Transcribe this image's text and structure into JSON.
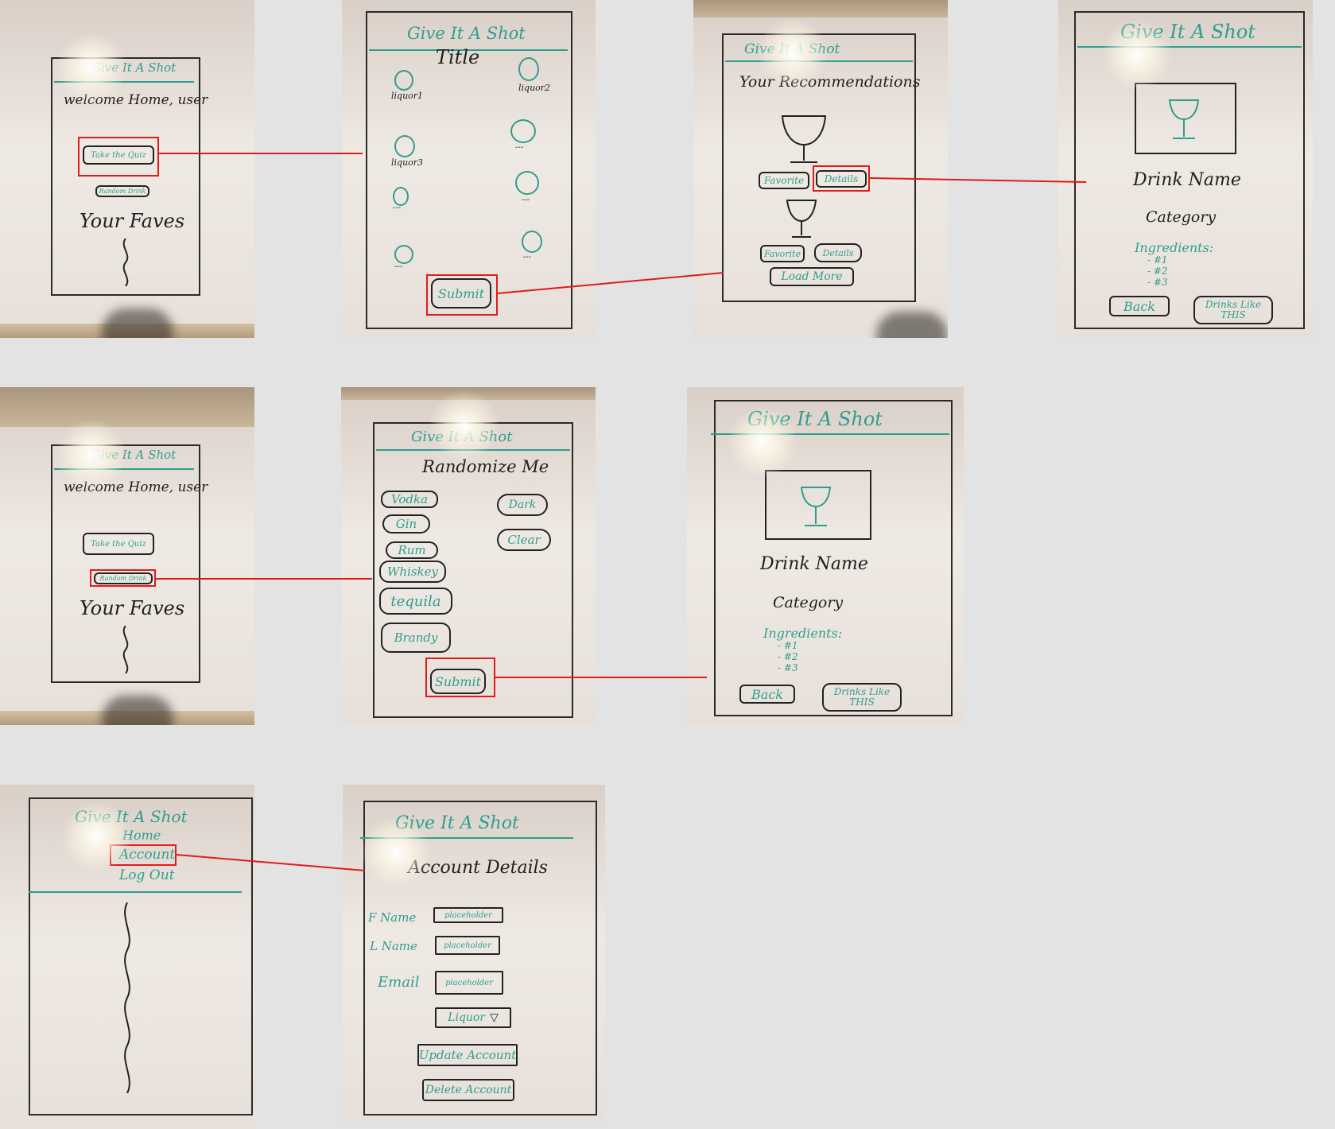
{
  "app_title": "Give It A Shot",
  "home": {
    "welcome": "welcome Home, user",
    "take_quiz": "Take the Quiz",
    "random_drink": "Random Drink",
    "your_faves": "Your Faves"
  },
  "quiz": {
    "title": "Title",
    "options": [
      "liquor1",
      "liquor2",
      "liquor3",
      "---",
      "---",
      "---",
      "---",
      "---"
    ],
    "submit": "Submit"
  },
  "recommendations": {
    "title": "Your Recommendations",
    "favorite": "Favorite",
    "details": "Details",
    "load_more": "Load More"
  },
  "drink_details": {
    "name": "Drink Name",
    "category": "Category",
    "ingredients_label": "Ingredients:",
    "ingredients": [
      "- #1",
      "- #2",
      "- #3"
    ],
    "back": "Back",
    "drinks_like_this": "Drinks Like THIS"
  },
  "randomize": {
    "title": "Randomize Me",
    "liquors": [
      "Vodka",
      "Gin",
      "Rum",
      "Whiskey",
      "tequila",
      "Brandy"
    ],
    "tones": [
      "Dark",
      "Clear"
    ],
    "submit": "Submit"
  },
  "menu": {
    "items": [
      "Home",
      "Account",
      "Log Out"
    ]
  },
  "account": {
    "title": "Account Details",
    "fields": [
      {
        "label": "F Name",
        "placeholder": "placeholder"
      },
      {
        "label": "L Name",
        "placeholder": "placeholder"
      },
      {
        "label": "Email",
        "placeholder": "placeholder"
      }
    ],
    "liquor_select": "Liquor",
    "update": "Update Account",
    "delete": "Delete Account"
  },
  "colors": {
    "marker_teal": "#2f9e8f",
    "marker_black": "#1f1f1f",
    "highlight_red": "#e01b1b",
    "background": "#e3e3e3"
  }
}
